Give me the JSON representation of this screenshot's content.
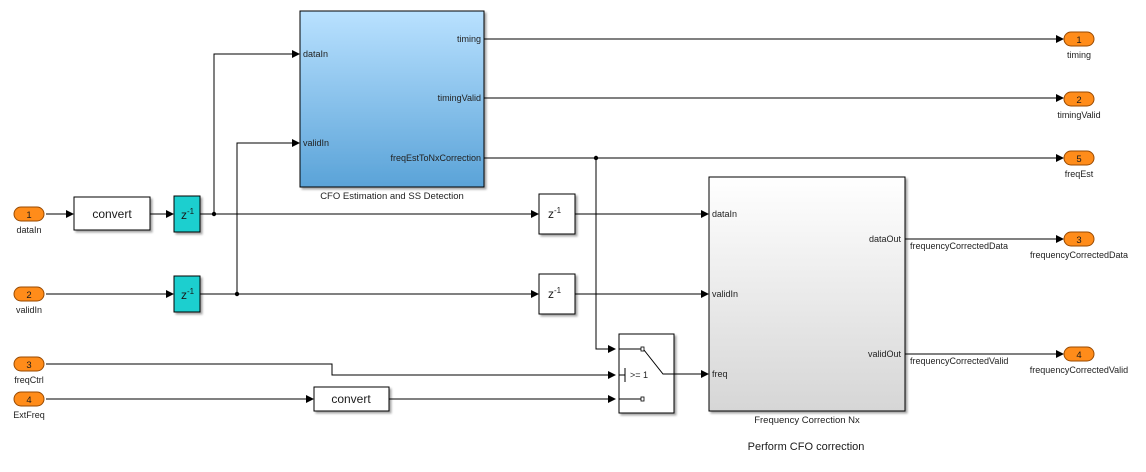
{
  "diagram": {
    "annotation": "Perform CFO correction",
    "colors": {
      "port_fill": "#ff8c1a",
      "port_stroke": "#9a4a00",
      "delay_fill": "#1fcfcf",
      "cfo_grad_top": "#b9e1ff",
      "cfo_grad_bottom": "#5aa3d8",
      "fc_grad_top": "#ffffff",
      "fc_grad_bottom": "#d6d6d6"
    },
    "inports": [
      {
        "num": "1",
        "name": "dataIn"
      },
      {
        "num": "2",
        "name": "validIn"
      },
      {
        "num": "3",
        "name": "freqCtrl"
      },
      {
        "num": "4",
        "name": "ExtFreq"
      }
    ],
    "outports": [
      {
        "num": "1",
        "name": "timing"
      },
      {
        "num": "2",
        "name": "timingValid"
      },
      {
        "num": "5",
        "name": "freqEst"
      },
      {
        "num": "3",
        "name": "frequencyCorrectedData"
      },
      {
        "num": "4",
        "name": "frequencyCorrectedValid"
      }
    ],
    "blocks": {
      "convert_data": {
        "label": "convert"
      },
      "convert_ext": {
        "label": "convert"
      },
      "delay_label": "z",
      "delay_exp": "-1",
      "cfo": {
        "title": "CFO Estimation and SS Detection",
        "inputs": [
          "dataIn",
          "validIn"
        ],
        "outputs": [
          "timing",
          "timingValid",
          "freqEstToNxCorrection"
        ]
      },
      "switch": {
        "criteria": ">= 1"
      },
      "fc": {
        "title": "Frequency Correction Nx",
        "inputs": [
          "dataIn",
          "validIn",
          "freq"
        ],
        "outputs": [
          "dataOut",
          "validOut"
        ]
      }
    },
    "signal_labels": {
      "data_out": "frequencyCorrectedData",
      "valid_out": "frequencyCorrectedValid"
    }
  }
}
